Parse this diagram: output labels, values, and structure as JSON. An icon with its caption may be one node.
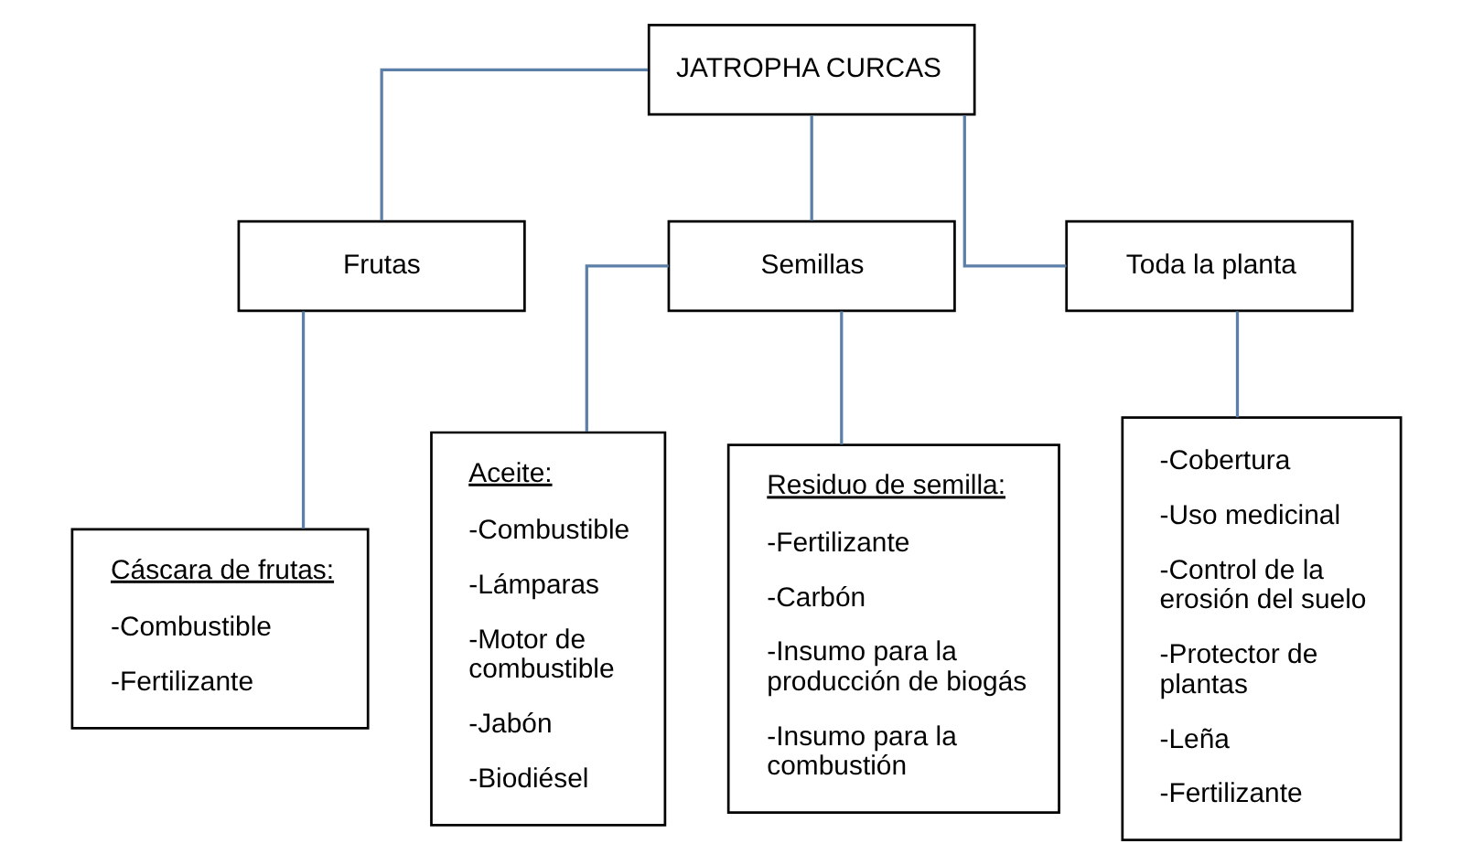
{
  "diagram": {
    "nodes": [
      {
        "text": [
          "JATROPHA CURCAS"
        ]
      },
      {
        "text": [
          "Frutas"
        ]
      },
      {
        "text": [
          "Semillas"
        ]
      },
      {
        "text": [
          "Toda la planta"
        ]
      },
      {
        "text": [
          "Cáscara de frutas:",
          "-Combustible",
          "-Fertilizante"
        ]
      },
      {
        "text": [
          "Aceite:",
          "-Combustible",
          "-Lámparas",
          "-Motor de combustible",
          "-Jabón",
          "-Biodiésel"
        ]
      },
      {
        "text": [
          "Residuo de semilla:",
          "-Fertilizante",
          "-Carbón",
          "-Insumo para la producción de biogás",
          "-Insumo para la combustión"
        ]
      },
      {
        "text": [
          "-Cobertura",
          "-Uso medicinal",
          "-Control de la erosión del suelo",
          "-Protector de plantas",
          "-Leña",
          "-Fertilizante"
        ]
      }
    ],
    "edges": [
      {
        "from": 0,
        "to": 1,
        "arrow": "none"
      },
      {
        "from": 0,
        "to": 2,
        "arrow": "none"
      },
      {
        "from": 0,
        "to": 3,
        "arrow": "none"
      },
      {
        "from": 1,
        "to": 4,
        "arrow": "none"
      },
      {
        "from": 2,
        "to": 5,
        "arrow": "none"
      },
      {
        "from": 2,
        "to": 6,
        "arrow": "none"
      },
      {
        "from": 3,
        "to": 7,
        "arrow": "none"
      }
    ]
  }
}
